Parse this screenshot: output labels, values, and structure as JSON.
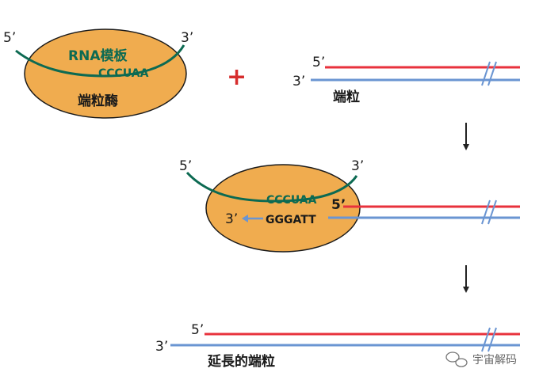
{
  "colors": {
    "enzyme_fill": "#f0ac4f",
    "enzyme_stroke": "#1a1a1a",
    "rna_strand": "#0c6a52",
    "rna_text": "#0c6a52",
    "top_strand": "#e8323c",
    "bottom_strand": "#6a95d2",
    "plus": "#d62d2d",
    "arrow": "#222222",
    "extension_arrow": "#6a95d2"
  },
  "panel1": {
    "enzyme": {
      "five_prime": "5’",
      "three_prime": "3’",
      "template_label": "RNA模板",
      "template_seq": "CCCUAA",
      "enzyme_label": "端粒酶"
    },
    "plus_sign": "+",
    "telomere": {
      "five_prime": "5’",
      "three_prime": "3’",
      "label": "端粒"
    }
  },
  "panel2": {
    "five_prime_rna": "5’",
    "three_prime_rna": "3’",
    "template_seq": "CCCUAA",
    "new_dna_seq": "GGGATT",
    "three_prime_new": "3’",
    "five_prime_top": "5’"
  },
  "panel3": {
    "five_prime": "5’",
    "three_prime": "3’",
    "label": "延長的端粒"
  },
  "watermark": {
    "icon": "chat-bubble-icon",
    "text": "宇宙解码"
  }
}
